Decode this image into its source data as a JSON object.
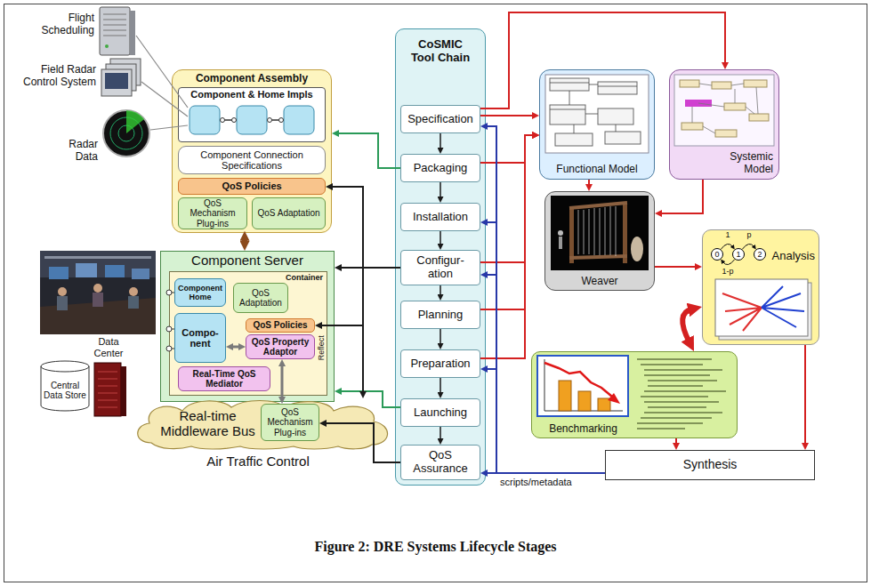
{
  "diagram": {
    "caption": "Figure 2: DRE Systems Lifecycle Stages",
    "nodes": [
      {
        "text": [
          "Component Assembly"
        ]
      },
      {
        "text": [
          "Component & Home Impls"
        ],
        "in": 0
      },
      {
        "text": [
          "Component Connection Specifications"
        ],
        "in": 0
      },
      {
        "text": [
          "QoS Policies"
        ],
        "in": 0
      },
      {
        "text": [
          "QoS Mechanism Plug-ins"
        ],
        "in": 0
      },
      {
        "text": [
          "QoS Adaptation"
        ],
        "in": 0
      },
      {
        "text": [
          "Component Server"
        ]
      },
      {
        "text": [
          "Container"
        ],
        "in": 6
      },
      {
        "text": [
          "Component Home"
        ],
        "in": 7
      },
      {
        "text": [
          "QoS Adaptation"
        ],
        "in": 7
      },
      {
        "text": [
          "Compo- nent"
        ],
        "in": 7
      },
      {
        "text": [
          "QoS Policies"
        ],
        "in": 7
      },
      {
        "text": [
          "QoS Property Adaptor"
        ],
        "in": 7
      },
      {
        "text": [
          "Real-Time QoS Mediator"
        ],
        "in": 7
      },
      {
        "text": [
          "Central Data Store"
        ]
      },
      {
        "text": [
          "Real-time Middleware Bus"
        ]
      },
      {
        "text": [
          "QoS Mechanism Plug-ins"
        ],
        "in": 15
      },
      {
        "text": [
          "CoSMIC Tool Chain"
        ]
      },
      {
        "text": [
          "Specification"
        ],
        "in": 17
      },
      {
        "text": [
          "Packaging"
        ],
        "in": 17
      },
      {
        "text": [
          "Installation"
        ],
        "in": 17
      },
      {
        "text": [
          "Configur- ation"
        ],
        "in": 17
      },
      {
        "text": [
          "Planning"
        ],
        "in": 17
      },
      {
        "text": [
          "Preparation"
        ],
        "in": 17
      },
      {
        "text": [
          "Launching"
        ],
        "in": 17
      },
      {
        "text": [
          "QoS Assurance"
        ],
        "in": 17
      },
      {
        "text": [
          "Functional Model"
        ]
      },
      {
        "text": [
          "Systemic Model"
        ]
      },
      {
        "text": [
          "Weaver"
        ]
      },
      {
        "text": [
          "Analysis"
        ]
      },
      {
        "text": [
          "0"
        ],
        "in": 29
      },
      {
        "text": [
          "1"
        ],
        "in": 29
      },
      {
        "text": [
          "2"
        ],
        "in": 29
      },
      {
        "text": [
          "Benchmarking"
        ]
      },
      {
        "text": [
          "Synthesis"
        ]
      }
    ],
    "edges": [
      {
        "from": 0,
        "to": 6,
        "arrow": "both"
      },
      {
        "from": 10,
        "to": 12,
        "arrow": "both"
      },
      {
        "from": 12,
        "to": 16,
        "arrow": "both"
      },
      {
        "from": 18,
        "to": 19,
        "arrow": "to"
      },
      {
        "from": 19,
        "to": 20,
        "arrow": "to"
      },
      {
        "from": 20,
        "to": 21,
        "arrow": "to"
      },
      {
        "from": 21,
        "to": 22,
        "arrow": "to"
      },
      {
        "from": 22,
        "to": 23,
        "arrow": "to"
      },
      {
        "from": 23,
        "to": 24,
        "arrow": "to"
      },
      {
        "from": 24,
        "to": 25,
        "arrow": "to"
      },
      {
        "from": 19,
        "to": 0,
        "arrow": "to"
      },
      {
        "from": 24,
        "to": 6,
        "arrow": "to"
      },
      {
        "from": 21,
        "to": 3,
        "arrow": "to"
      },
      {
        "from": 21,
        "to": 6,
        "arrow": "to"
      },
      {
        "from": 21,
        "to": 11,
        "arrow": "to"
      },
      {
        "from": 21,
        "to": 15,
        "arrow": "to"
      },
      {
        "from": 25,
        "to": 16,
        "arrow": "to"
      },
      {
        "from": 18,
        "to": 26,
        "arrow": "to"
      },
      {
        "from": 18,
        "to": 27,
        "arrow": "to"
      },
      {
        "from": 19,
        "to": 26,
        "arrow": "to"
      },
      {
        "from": 21,
        "to": 26,
        "arrow": "to"
      },
      {
        "from": 22,
        "to": 26,
        "arrow": "to"
      },
      {
        "from": 23,
        "to": 26,
        "arrow": "to"
      },
      {
        "from": 34,
        "to": 18,
        "arrow": "to"
      },
      {
        "from": 34,
        "to": 20,
        "arrow": "to"
      },
      {
        "from": 34,
        "to": 21,
        "arrow": "to"
      },
      {
        "from": 34,
        "to": 23,
        "arrow": "to"
      },
      {
        "from": 34,
        "to": 25,
        "arrow": "to"
      },
      {
        "from": 26,
        "to": 28,
        "arrow": "to"
      },
      {
        "from": 27,
        "to": 28,
        "arrow": "to"
      },
      {
        "from": 28,
        "to": 29,
        "arrow": "to"
      },
      {
        "from": 33,
        "to": 29,
        "arrow": "both"
      },
      {
        "from": 33,
        "to": 34,
        "arrow": "to"
      },
      {
        "from": 29,
        "to": 34,
        "arrow": "to"
      },
      {
        "from": 30,
        "to": 31,
        "arrow": "to",
        "label": "1"
      },
      {
        "from": 31,
        "to": 32,
        "arrow": "to",
        "label": "p"
      },
      {
        "from": 31,
        "to": 30,
        "arrow": "to",
        "label": "1-p"
      }
    ],
    "labels": [
      "Flight Scheduling",
      "Field Radar Control System",
      "Radar Data",
      "Data Center",
      "Air Traffic Control",
      "Reflect",
      "scripts/metadata"
    ]
  }
}
